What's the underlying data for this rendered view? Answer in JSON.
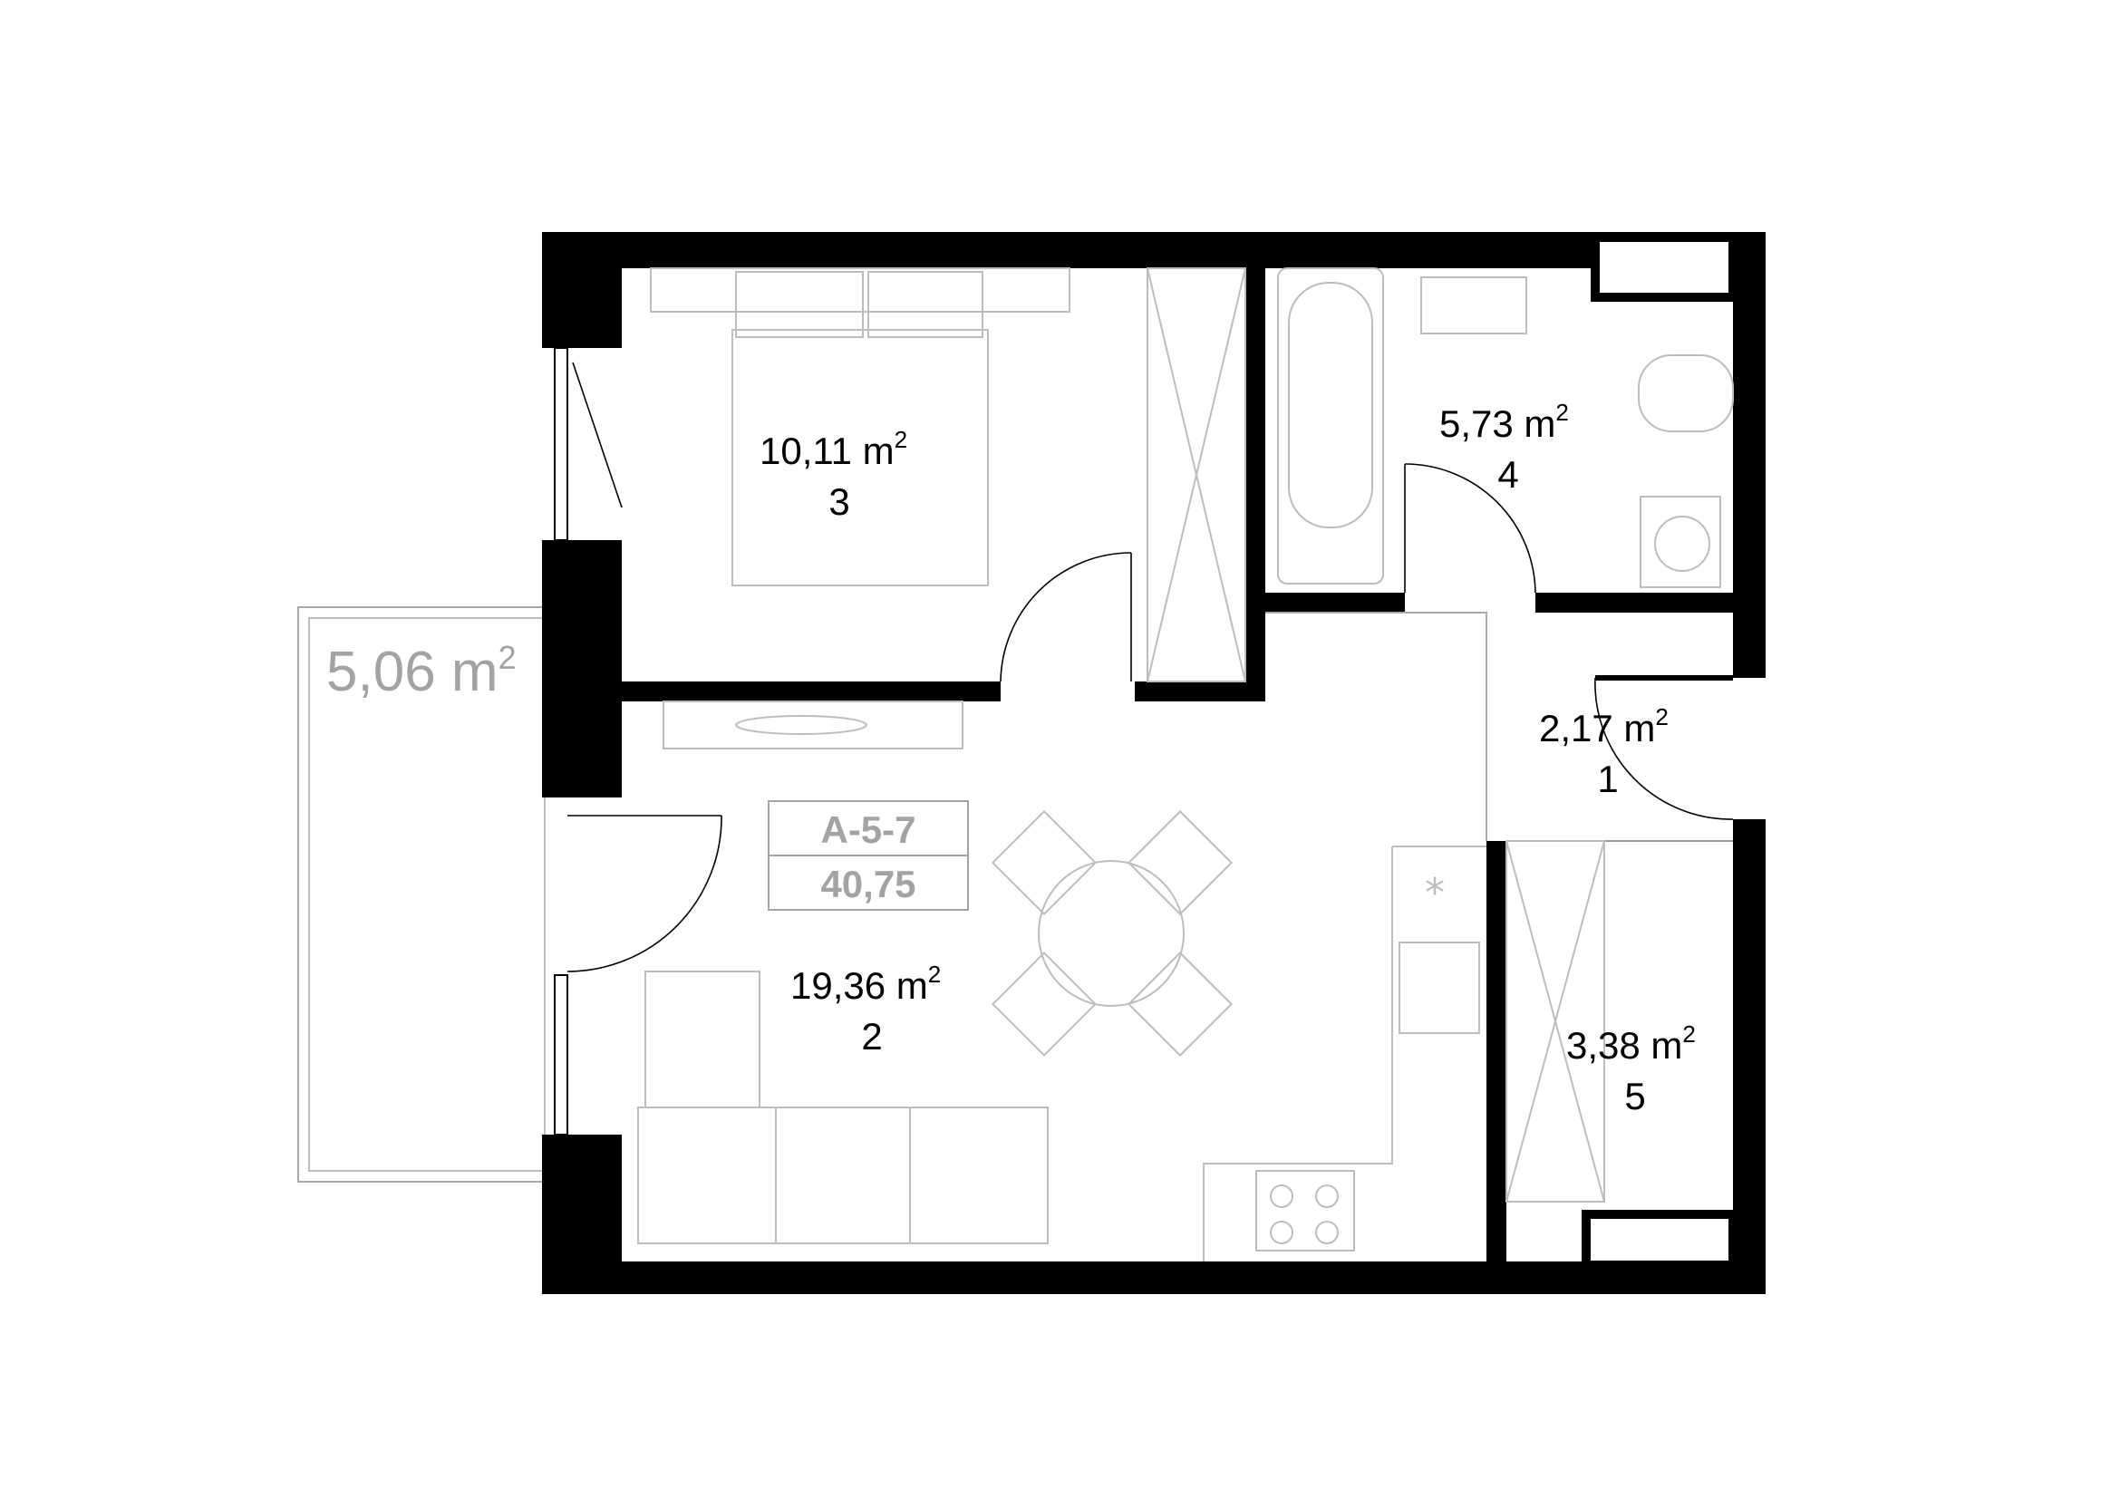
{
  "plan": {
    "unit_code": "A-5-7",
    "total_area": "40,75",
    "balcony": {
      "area": "5,06",
      "unit": "m",
      "unit_sup": "2"
    },
    "rooms": [
      {
        "id": "room-1",
        "area": "2,17",
        "unit": "m",
        "unit_sup": "2",
        "number": "1"
      },
      {
        "id": "room-2",
        "area": "19,36",
        "unit": "m",
        "unit_sup": "2",
        "number": "2"
      },
      {
        "id": "room-3",
        "area": "10,11",
        "unit": "m",
        "unit_sup": "2",
        "number": "3"
      },
      {
        "id": "room-4",
        "area": "5,73",
        "unit": "m",
        "unit_sup": "2",
        "number": "4"
      },
      {
        "id": "room-5",
        "area": "3,38",
        "unit": "m",
        "unit_sup": "2",
        "number": "5"
      }
    ]
  },
  "colors": {
    "wall": "#000000",
    "furniture_line": "#bdbdbd",
    "label_grey": "#a3a3a3"
  }
}
